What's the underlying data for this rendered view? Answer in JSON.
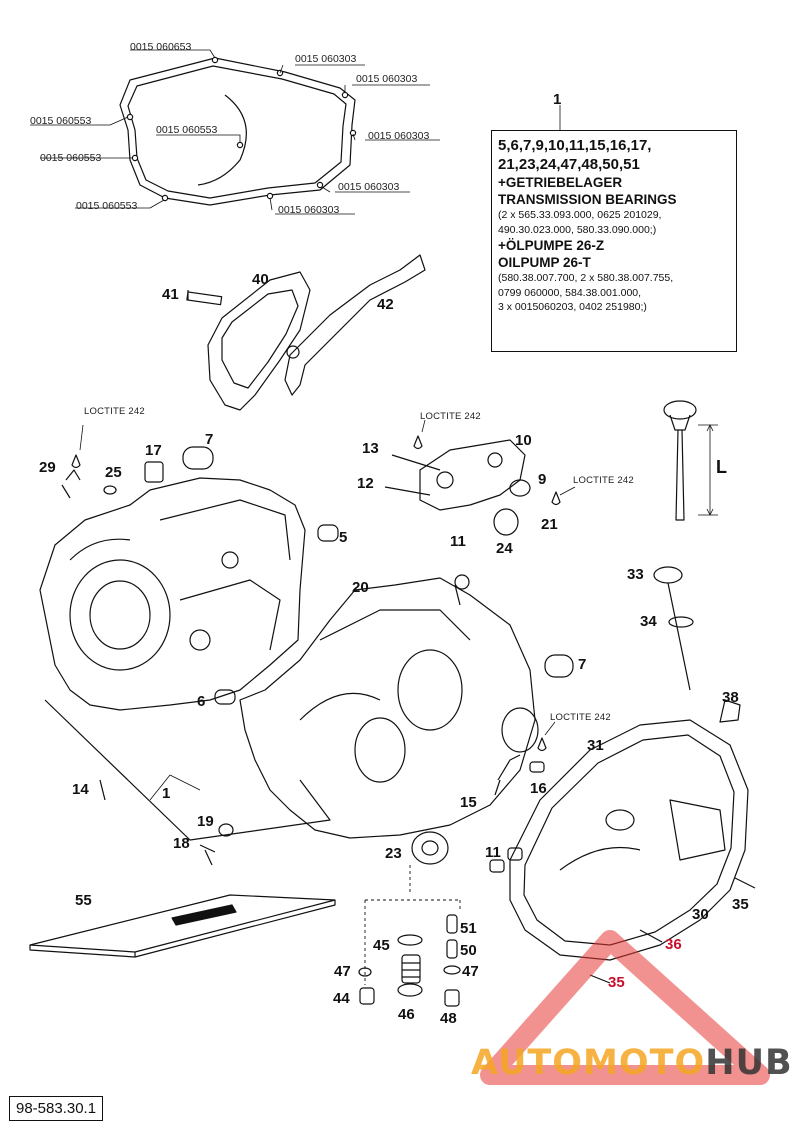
{
  "gasket_part_numbers": {
    "top": "0015 060653",
    "top_right_a": "0015 060303",
    "top_right_b": "0015 060303",
    "left_a": "0015 060553",
    "center": "0015 060553",
    "right_mid": "0015 060303",
    "left_b": "0015 060553",
    "bottom_right_a": "0015 060303",
    "bottom_left": "0015 060553",
    "bottom_right_b": "0015 060303"
  },
  "kit": {
    "number": "1",
    "items_line1": "5,6,7,9,10,11,15,16,17,",
    "items_line2": "21,23,24,47,48,50,51",
    "gearbox_de": "+GETRIEBELAGER",
    "gearbox_en": "TRANSMISSION BEARINGS",
    "gearbox_parts_1": "(2 x 565.33.093.000, 0625 201029,",
    "gearbox_parts_2": "490.30.023.000, 580.33.090.000;)",
    "oilpump_de": "+ÖLPUMPE 26-Z",
    "oilpump_en": "OILPUMP 26-T",
    "oilpump_parts_1": "(580.38.007.700, 2 x 580.38.007.755,",
    "oilpump_parts_2": "0799 060000, 584.38.001.000,",
    "oilpump_parts_3": "3 x 0015060203, 0402 251980;)"
  },
  "loctite_label": "LOCTITE 242",
  "dipstick_dimension": "L",
  "part_labels": {
    "p41": "41",
    "p40": "40",
    "p42": "42",
    "p7a": "7",
    "p17": "17",
    "p29": "29",
    "p25": "25",
    "p5": "5",
    "p13": "13",
    "p10": "10",
    "p12": "12",
    "p9": "9",
    "p21": "21",
    "p11a": "11",
    "p24": "24",
    "p20": "20",
    "p33": "33",
    "p34": "34",
    "p7b": "7",
    "p6": "6",
    "p38": "38",
    "p31": "31",
    "p14": "14",
    "p1": "1",
    "p15": "15",
    "p16": "16",
    "p19": "19",
    "p18": "18",
    "p23": "23",
    "p11b": "11",
    "p55": "55",
    "p35a": "35",
    "p30": "30",
    "p36": "36",
    "p51": "51",
    "p45": "45",
    "p50": "50",
    "p47a": "47",
    "p47b": "47",
    "p35b": "35",
    "p44": "44",
    "p46": "46",
    "p48": "48"
  },
  "document_number": "98-583.30.1",
  "watermark": {
    "part1": "AUTOMOTO",
    "part2": "HUB"
  },
  "colors": {
    "ink": "#111111",
    "highlight": "#c8102e",
    "watermark_orange": "#f5a623",
    "watermark_red": "#e53935"
  }
}
